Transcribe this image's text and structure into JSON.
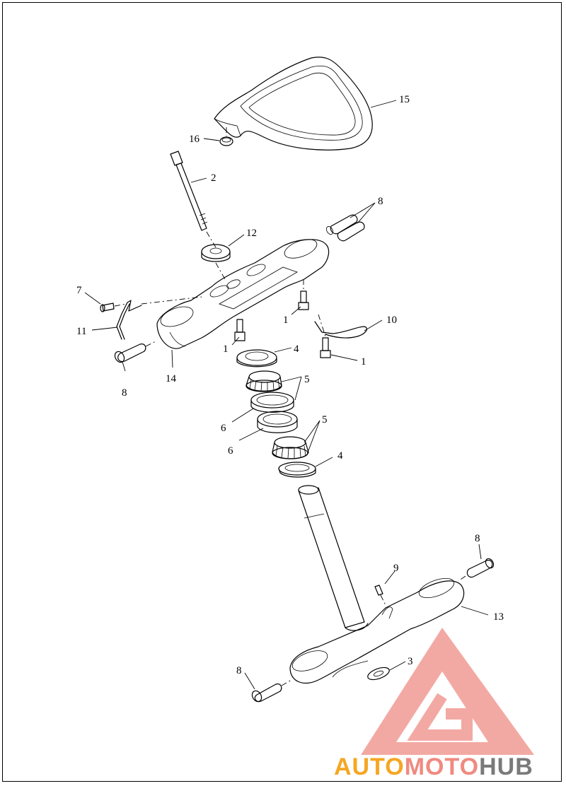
{
  "callouts": [
    {
      "id": "c15",
      "text": "15"
    },
    {
      "id": "c16",
      "text": "16"
    },
    {
      "id": "c2",
      "text": "2"
    },
    {
      "id": "c8a",
      "text": "8"
    },
    {
      "id": "c12",
      "text": "12"
    },
    {
      "id": "c7",
      "text": "7"
    },
    {
      "id": "c1a",
      "text": "1"
    },
    {
      "id": "c10",
      "text": "10"
    },
    {
      "id": "c11",
      "text": "11"
    },
    {
      "id": "c1b",
      "text": "1"
    },
    {
      "id": "c4a",
      "text": "4"
    },
    {
      "id": "c1c",
      "text": "1"
    },
    {
      "id": "c8b",
      "text": "8"
    },
    {
      "id": "c14",
      "text": "14"
    },
    {
      "id": "c5a",
      "text": "5"
    },
    {
      "id": "c6a",
      "text": "6"
    },
    {
      "id": "c5b",
      "text": "5"
    },
    {
      "id": "c6b",
      "text": "6"
    },
    {
      "id": "c4b",
      "text": "4"
    },
    {
      "id": "c8c",
      "text": "8"
    },
    {
      "id": "c9",
      "text": "9"
    },
    {
      "id": "c13",
      "text": "13"
    },
    {
      "id": "c3",
      "text": "3"
    },
    {
      "id": "c8d",
      "text": "8"
    }
  ],
  "watermark": {
    "part1": "AUTO",
    "part2": "MOTO",
    "part3": "HUB",
    "color_orange": "#f5a623",
    "color_salmon": "#f08a80",
    "color_gray": "#7a7a7a",
    "logo_color": "#f29b94"
  }
}
